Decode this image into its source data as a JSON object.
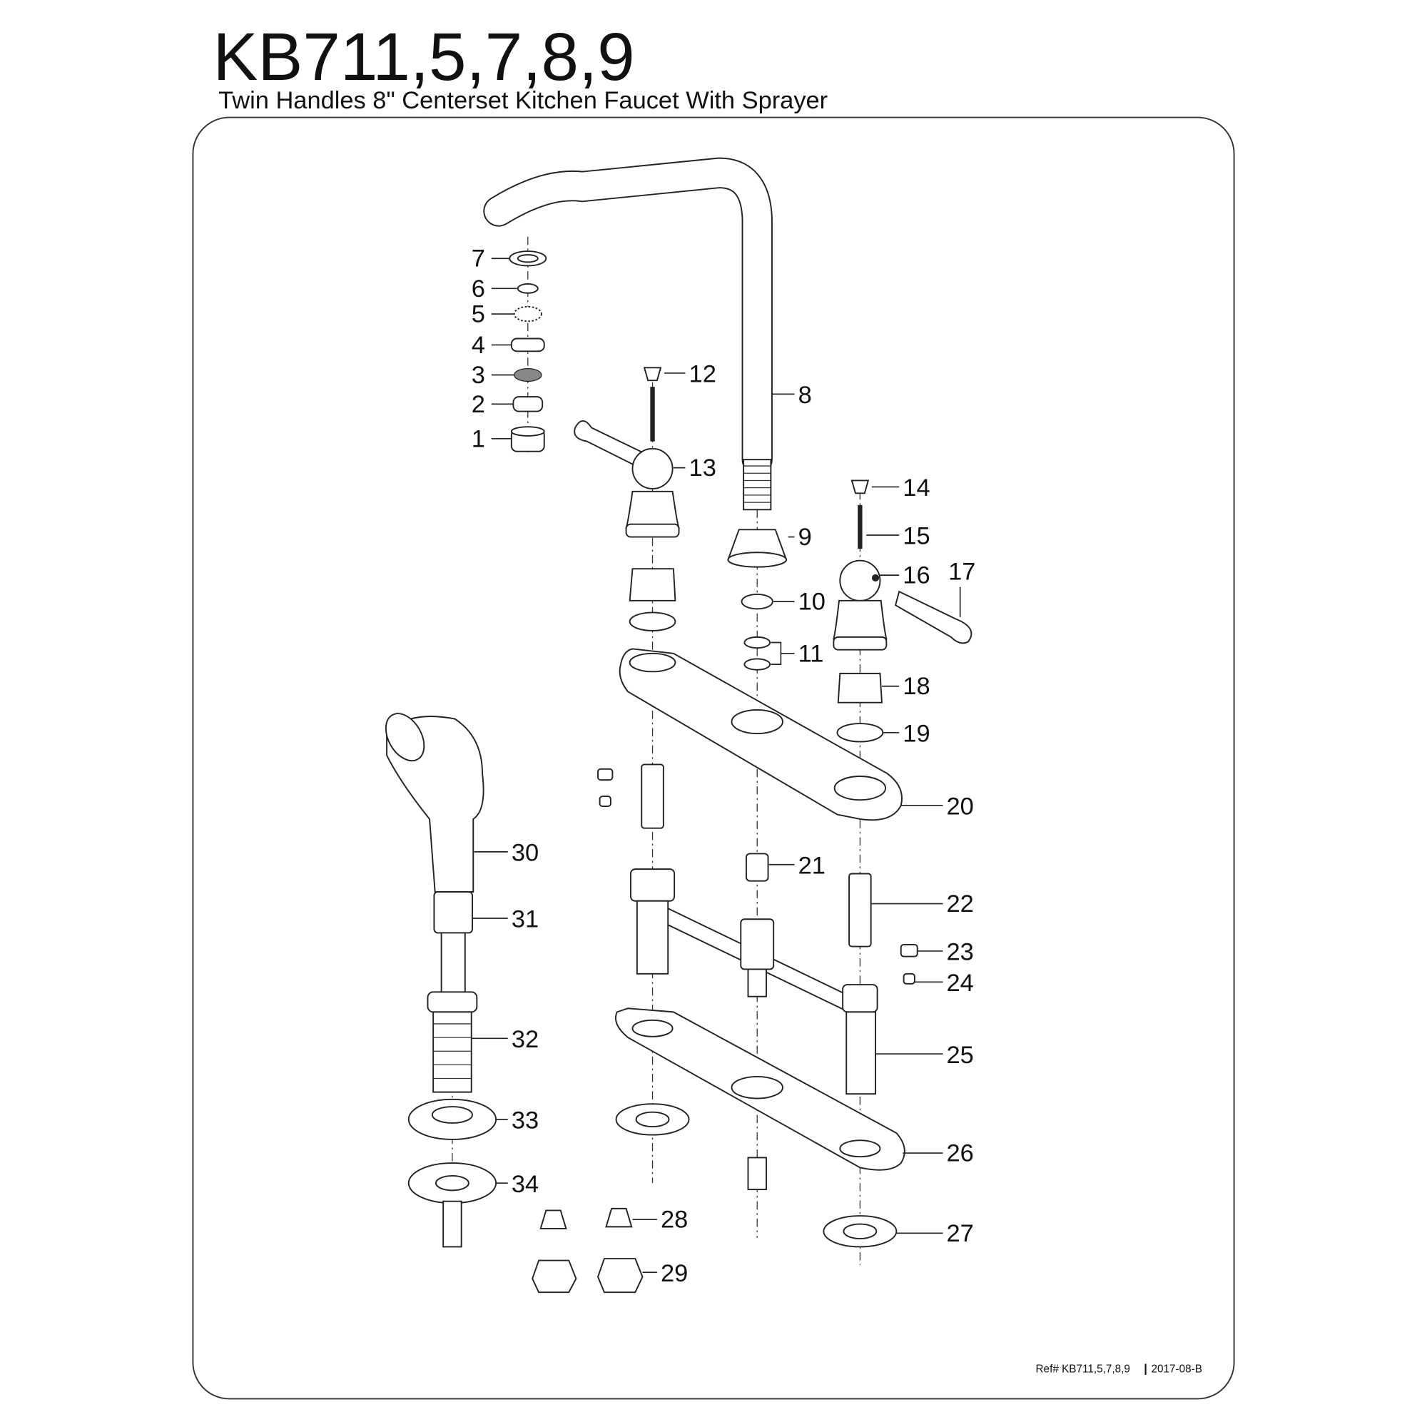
{
  "header": {
    "title": "KB711,5,7,8,9",
    "subtitle": "Twin Handles 8\" Centerset Kitchen Faucet With Sprayer"
  },
  "footer": {
    "ref": "Ref# KB711,5,7,8,9",
    "separator": "|",
    "revision": "2017-08-B"
  },
  "parts": [
    {
      "label": "1"
    },
    {
      "label": "2"
    },
    {
      "label": "3"
    },
    {
      "label": "4"
    },
    {
      "label": "5"
    },
    {
      "label": "6"
    },
    {
      "label": "7"
    },
    {
      "label": "8"
    },
    {
      "label": "9"
    },
    {
      "label": "10"
    },
    {
      "label": "11"
    },
    {
      "label": "12"
    },
    {
      "label": "13"
    },
    {
      "label": "14"
    },
    {
      "label": "15"
    },
    {
      "label": "16"
    },
    {
      "label": "17"
    },
    {
      "label": "18"
    },
    {
      "label": "19"
    },
    {
      "label": "20"
    },
    {
      "label": "21"
    },
    {
      "label": "22"
    },
    {
      "label": "23"
    },
    {
      "label": "24"
    },
    {
      "label": "25"
    },
    {
      "label": "26"
    },
    {
      "label": "27"
    },
    {
      "label": "28"
    },
    {
      "label": "29"
    },
    {
      "label": "30"
    },
    {
      "label": "31"
    },
    {
      "label": "32"
    },
    {
      "label": "33"
    },
    {
      "label": "34"
    }
  ]
}
